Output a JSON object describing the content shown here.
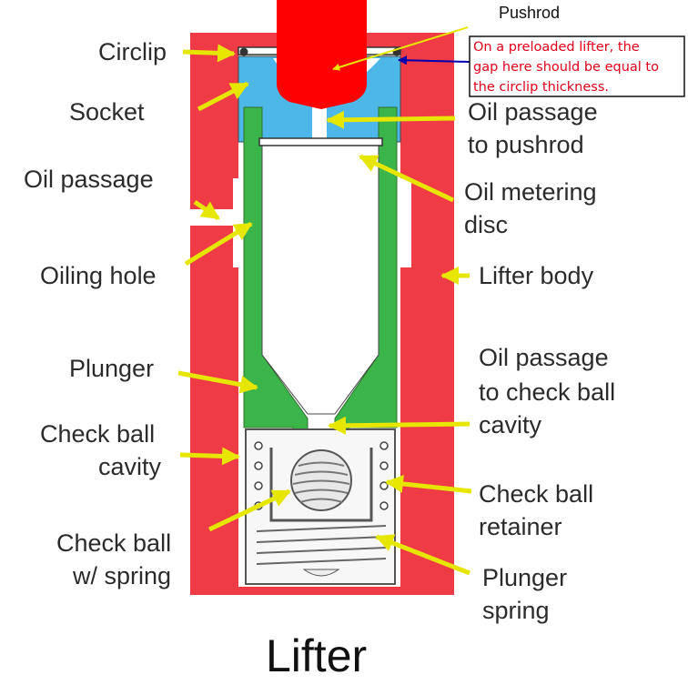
{
  "title": "Lifter",
  "colors": {
    "body": "#ef3b46",
    "socket": "#4db8e8",
    "plunger": "#3bb54a",
    "pushrod": "#ff0000",
    "arrow": "#e6e600",
    "note_text": "#e0001a",
    "note_arrow": "#0000b0"
  },
  "labels": {
    "pushrod": "Pushrod",
    "circlip": "Circlip",
    "socket": "Socket",
    "oil_passage_pushrod_1": "Oil passage",
    "oil_passage_pushrod_2": "to pushrod",
    "oil_passage": "Oil passage",
    "oil_metering_disc_1": "Oil metering",
    "oil_metering_disc_2": "disc",
    "oiling_hole": "Oiling hole",
    "lifter_body": "Lifter body",
    "plunger": "Plunger",
    "oil_passage_check_1": "Oil passage",
    "oil_passage_check_2": "to check ball",
    "oil_passage_check_3": "cavity",
    "check_ball_cavity_1": "Check ball",
    "check_ball_cavity_2": "cavity",
    "check_ball_retainer_1": "Check ball",
    "check_ball_retainer_2": "retainer",
    "check_ball_spring_1": "Check ball",
    "check_ball_spring_2": "w/ spring",
    "plunger_spring_1": "Plunger",
    "plunger_spring_2": "spring"
  },
  "note": {
    "line1": "On a preloaded lifter, the",
    "line2": "gap here should be equal to",
    "line3": "the circlip thickness."
  }
}
